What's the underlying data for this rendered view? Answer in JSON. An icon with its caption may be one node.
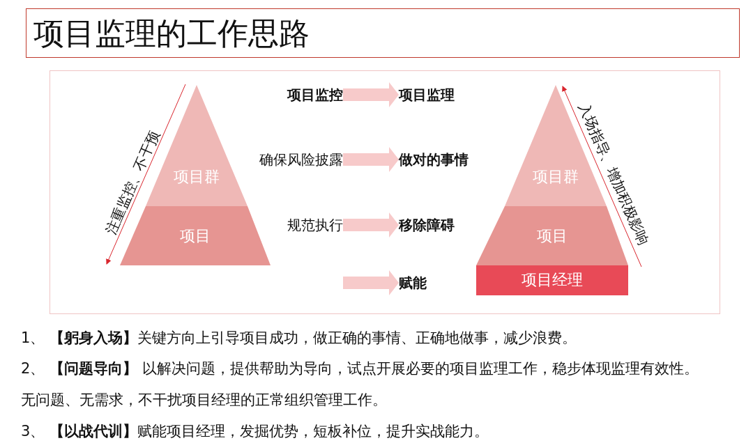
{
  "diagram": {
    "title": "项目监理的工作思路",
    "nodes": [
      {
        "text": [
          "项目群"
        ]
      },
      {
        "text": [
          "项目"
        ]
      },
      {
        "text": [
          "项目监控"
        ]
      },
      {
        "text": [
          "项目监理"
        ]
      },
      {
        "text": [
          "确保风险披露"
        ]
      },
      {
        "text": [
          "做对的事情"
        ]
      },
      {
        "text": [
          "规范执行"
        ]
      },
      {
        "text": [
          "移除障碍"
        ]
      },
      {
        "text": [
          "赋能"
        ]
      },
      {
        "text": [
          "项目群"
        ]
      },
      {
        "text": [
          "项目"
        ]
      },
      {
        "text": [
          "项目经理"
        ]
      }
    ],
    "edges": [
      {
        "from": 2,
        "to": 3,
        "arrow": "to"
      },
      {
        "from": 4,
        "to": 5,
        "arrow": "to"
      },
      {
        "from": 6,
        "to": 7,
        "arrow": "to"
      },
      {
        "from": null,
        "to": 8,
        "arrow": "to"
      }
    ],
    "labels": [
      "注重监控、不干预",
      "入场指导、增加积极影响",
      "1、 **【躬身入场】**关键方向上引导项目成功，做正确的事情、正确地做事，减少浪费。",
      "2、 **【问题导向】** 以解决问题，提供帮助为导向，试点开展必要的项目监理工作，稳步体现监理有效性。无问题、无需求，不干扰项目经理的正常组织管理工作。",
      "3、 **【以战代训】**赋能项目经理，发掘优势，短板补位，提升实战能力。"
    ]
  }
}
